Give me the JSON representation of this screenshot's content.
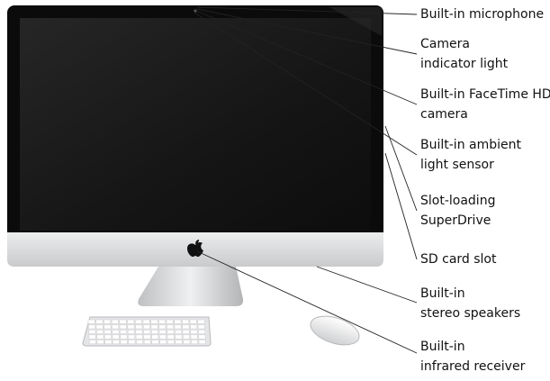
{
  "callouts": [
    {
      "id": "microphone",
      "lines": [
        "Built-in microphone"
      ]
    },
    {
      "id": "camera-light",
      "lines": [
        "Camera",
        "indicator light"
      ]
    },
    {
      "id": "facetime",
      "lines": [
        "Built-in FaceTime HD",
        "camera"
      ]
    },
    {
      "id": "ambient",
      "lines": [
        "Built-in ambient",
        "light sensor"
      ]
    },
    {
      "id": "superdrive",
      "lines": [
        "Slot-loading",
        "SuperDrive"
      ]
    },
    {
      "id": "sdcard",
      "lines": [
        "SD card slot"
      ]
    },
    {
      "id": "speakers",
      "lines": [
        "Built-in",
        "stereo speakers"
      ]
    },
    {
      "id": "infrared",
      "lines": [
        "Built-in",
        "infrared receiver"
      ]
    }
  ],
  "device": {
    "name": "iMac",
    "logo_icon": "apple-logo-icon",
    "bezel_color": "#0b0b0b",
    "chin_color": "#d8d9db"
  }
}
